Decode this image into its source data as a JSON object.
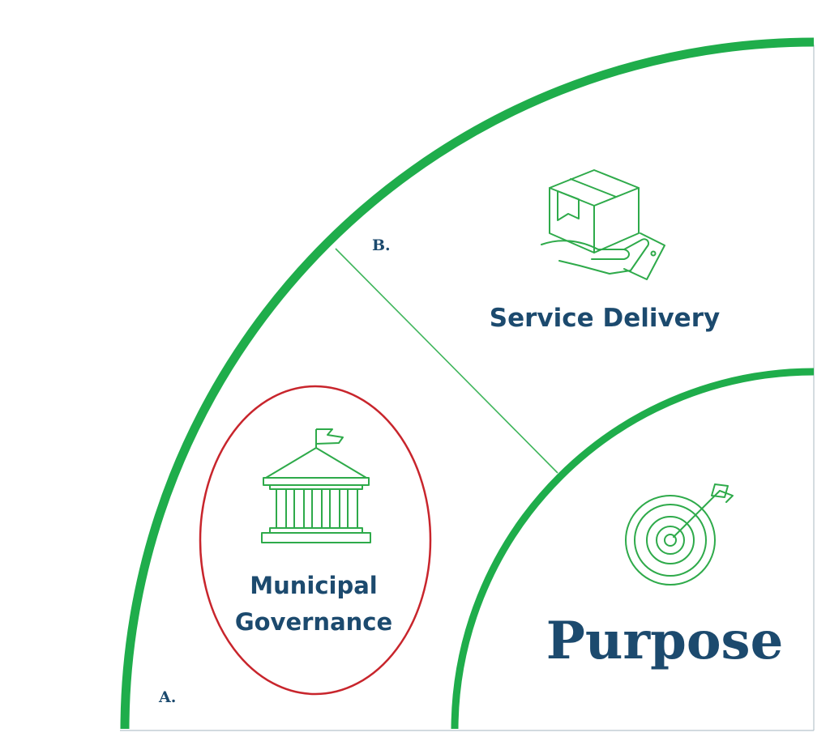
{
  "colors": {
    "arc_green": "#1fad4b",
    "icon_green": "#2eaa4a",
    "text_navy": "#1c4a6e",
    "highlight_red": "#c8252c",
    "divider_green": "#3fb55b",
    "frame_gray": "#b8c4cc"
  },
  "segments": {
    "a": {
      "marker": "A.",
      "title_line1": "Municipal",
      "title_line2": "Governance",
      "icon": "government-building-icon",
      "highlighted": true
    },
    "b": {
      "marker": "B.",
      "title": "Service Delivery",
      "icon": "package-in-hand-icon"
    }
  },
  "core": {
    "title": "Purpose",
    "icon": "target-arrow-icon"
  }
}
